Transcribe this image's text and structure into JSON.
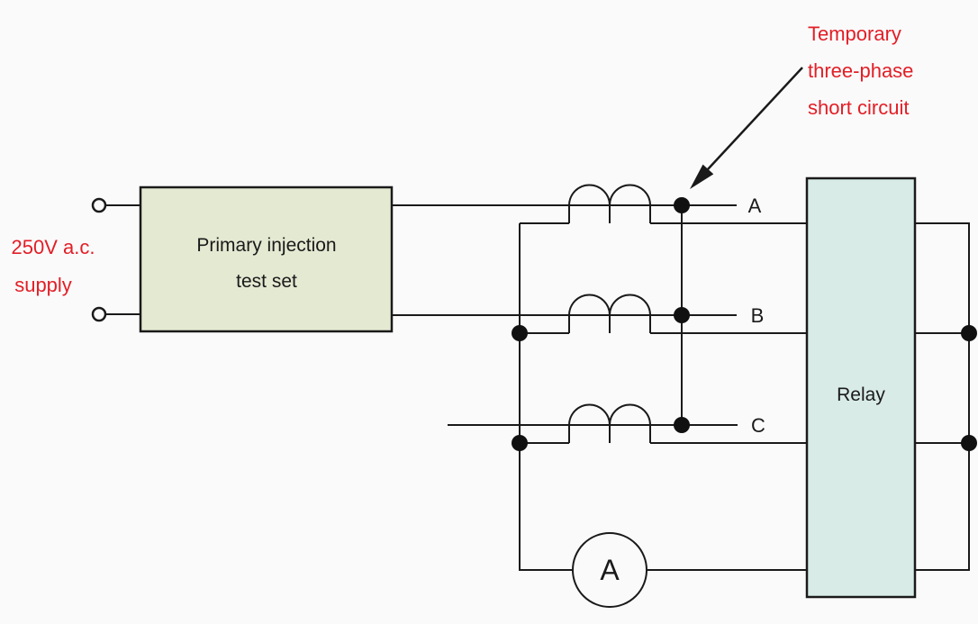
{
  "diagram": {
    "background": "#fafafa",
    "colors": {
      "label_red": "#e21e26",
      "wire_black": "#1a1a1a",
      "test_set_fill": "#e4e9d2",
      "relay_fill": "#d8ebe7"
    },
    "supply": {
      "line1": "250V a.c.",
      "line2": "supply"
    },
    "test_set": {
      "line1": "Primary injection",
      "line2": "test set"
    },
    "short_circuit_note": {
      "line1": "Temporary",
      "line2": "three-phase",
      "line3": "short circuit"
    },
    "phases": {
      "a": "A",
      "b": "B",
      "c": "C"
    },
    "relay": {
      "label": "Relay"
    },
    "ammeter": {
      "label": "A"
    }
  }
}
